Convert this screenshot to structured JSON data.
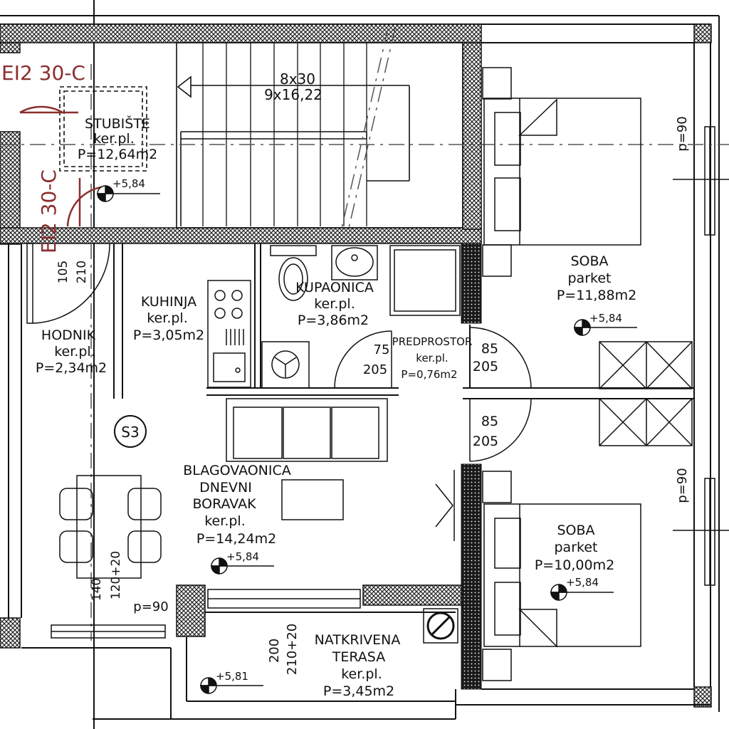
{
  "stair": {
    "dims": "8x30",
    "steps": "9x16,22",
    "name": "STUBIŠTE",
    "floor": "ker.pl.",
    "area": "P=12,64m2",
    "elev": "+5,84"
  },
  "fire_doors": [
    "EI2 30-C",
    "EI2 30-C"
  ],
  "rooms": {
    "hodnik": {
      "name": "HODNIK",
      "floor": "ker.pl.",
      "area": "P=2,34m2"
    },
    "kuhinja": {
      "name": "KUHINJA",
      "floor": "ker.pl.",
      "area": "P=3,05m2"
    },
    "kupaonica": {
      "name": "KUPAONICA",
      "floor": "ker.pl.",
      "area": "P=3,86m2"
    },
    "predprostor": {
      "name": "PREDPROSTOR",
      "floor": "ker.pl.",
      "area": "P=0,76m2"
    },
    "soba1": {
      "name": "SOBA",
      "floor": "parket",
      "area": "P=11,88m2",
      "elev": "+5,84"
    },
    "soba2": {
      "name": "SOBA",
      "floor": "parket",
      "area": "P=10,00m2",
      "elev": "+5,84"
    },
    "dnevni": {
      "line1": "BLAGOVAONICA",
      "line2": "DNEVNI",
      "line3": "BORAVAK",
      "floor": "ker.pl.",
      "area": "P=14,24m2",
      "elev": "+5,84"
    },
    "terasa": {
      "line1": "NATKRIVENA",
      "line2": "TERASA",
      "floor": "ker.pl.",
      "area": "P=3,45m2",
      "elev": "+5,81"
    }
  },
  "unit_tag": "S3",
  "doors": {
    "entry_w": "105",
    "entry_h": "210",
    "bath_w": "75",
    "bath_h": "205",
    "soba1_w": "85",
    "soba1_h": "205",
    "soba2_w": "85",
    "soba2_h": "205",
    "ter_w": "200",
    "ter_h": "210+20"
  },
  "windows": {
    "soba1": "p=90",
    "soba2": "p=90",
    "dnevni": "p=90",
    "dnevni_w": "140",
    "dnevni_h": "120+20"
  }
}
